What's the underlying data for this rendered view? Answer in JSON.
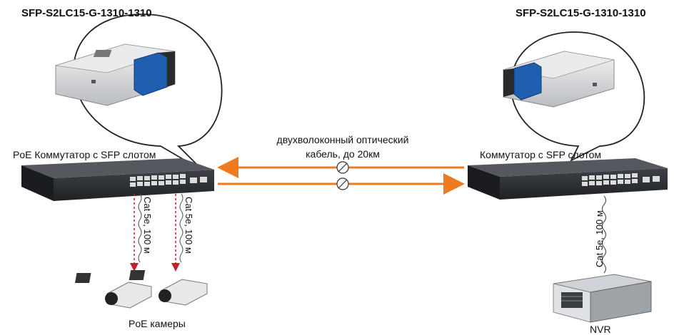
{
  "left": {
    "module_title": "SFP-S2LC15-G-1310-1310",
    "switch_label": "PoE Коммутатор с SFP слотом",
    "cable_label_1": "Cat 5e, 100 м",
    "cable_label_2": "Cat 5e, 100 м",
    "cameras_label": "PoE камеры"
  },
  "right": {
    "module_title": "SFP-S2LC15-G-1310-1310",
    "switch_label": "Коммутатор с SFP слотом",
    "cable_label": "Cat 5e, 100 м",
    "nvr_label": "NVR"
  },
  "fiber": {
    "line1": "двухволоконный оптический",
    "line2": "кабель, до 20км"
  },
  "colors": {
    "fiber": "#f07a1e",
    "copper_left": "#c0202a",
    "sfp_latch": "#1f5fb0",
    "switch_body": "#2c2f33"
  },
  "icons": [
    "sfp-module-icon",
    "switch-icon",
    "camera-icon",
    "nvr-server-icon",
    "break-symbol-icon"
  ]
}
